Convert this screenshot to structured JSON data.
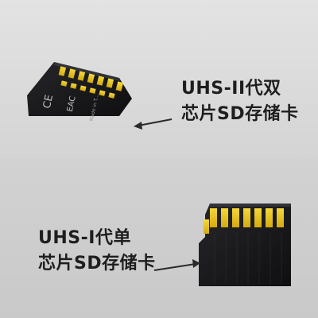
{
  "top": {
    "caption_line1": "UHS-II代双",
    "caption_line2": "芯片SD存储卡",
    "card": {
      "ce_mark": "CE",
      "eac_mark": "EAC",
      "made_in": "Made in T..."
    }
  },
  "bottom": {
    "caption_line1": "UHS-I代单",
    "caption_line2": "芯片SD存储卡"
  },
  "colors": {
    "background_top": "#e0e0e0",
    "background_bottom": "#cdcdcd",
    "card_body": "#151517",
    "gold_contact": "#e8c21e",
    "caption_text": "#1e1e1e",
    "arrow": "#2a2a2a"
  }
}
